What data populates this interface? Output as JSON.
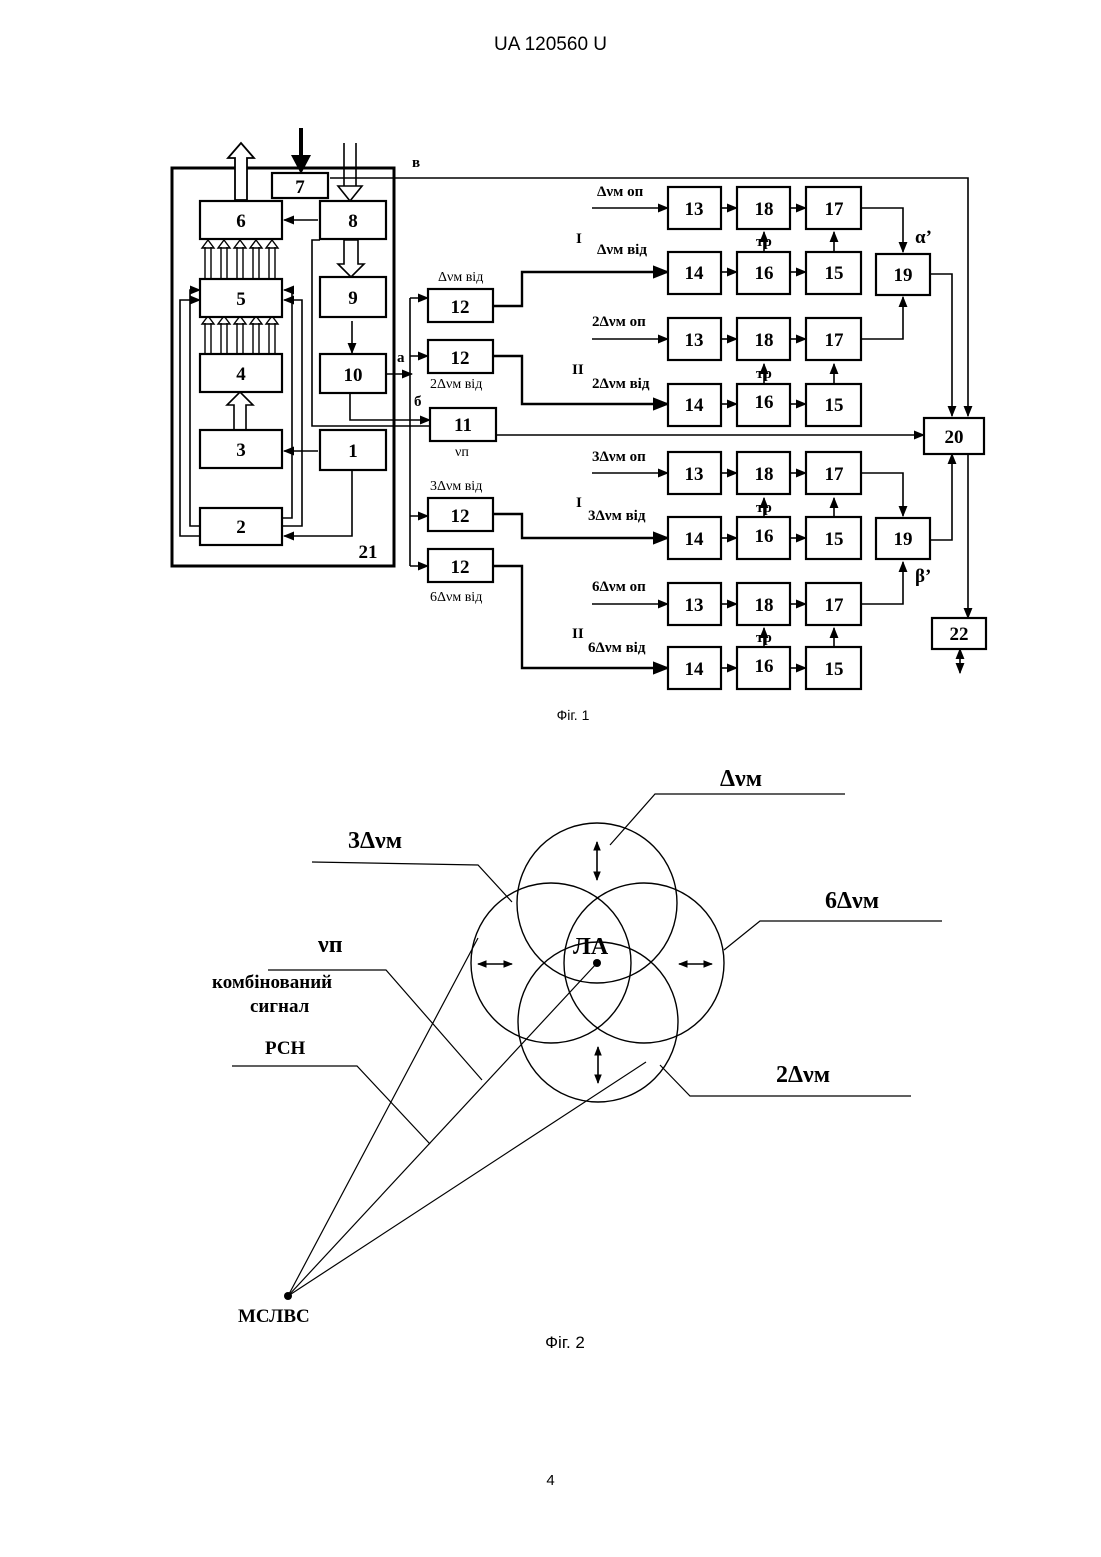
{
  "page": {
    "header": "UA   120560   U",
    "page_number": "4"
  },
  "fig1": {
    "caption": "Фіг. 1",
    "blocks": {
      "b1": "1",
      "b2": "2",
      "b3": "3",
      "b4": "4",
      "b5": "5",
      "b6": "6",
      "b7": "7",
      "b8": "8",
      "b9": "9",
      "b10": "10",
      "b11": "11",
      "b12": "12",
      "b13": "13",
      "b14": "14",
      "b15": "15",
      "b16": "16",
      "b17": "17",
      "b18": "18",
      "b19": "19",
      "b20": "20",
      "b21": "21",
      "b22": "22"
    },
    "labels": {
      "a": "а",
      "b": "б",
      "v": "в",
      "alpha": "α’",
      "beta": "β’",
      "roman1": "I",
      "roman2": "II",
      "tr": "тр",
      "nu_p": "νп",
      "dvm_vid": "Δνм від",
      "dvm2_vid": "2Δνм від",
      "dvm3_vid": "3Δνм від",
      "dvm6_vid": "6Δνм від",
      "dvm_op": "Δνм оп",
      "dvm2_op": "2Δνм оп",
      "dvm3_op": "3Δνм оп",
      "dvm6_op": "6Δνм оп"
    }
  },
  "fig2": {
    "caption": "Фіг. 2",
    "labels": {
      "dvm": "Δνм",
      "dvm2": "2Δνм",
      "dvm3": "3Δνм",
      "dvm6": "6Δνм",
      "la": "ЛА",
      "nu_p": "νп",
      "combined_1": "комбінований",
      "combined_2": "сигнал",
      "rsn": "РСН",
      "mslvs": "МСЛВС"
    }
  }
}
